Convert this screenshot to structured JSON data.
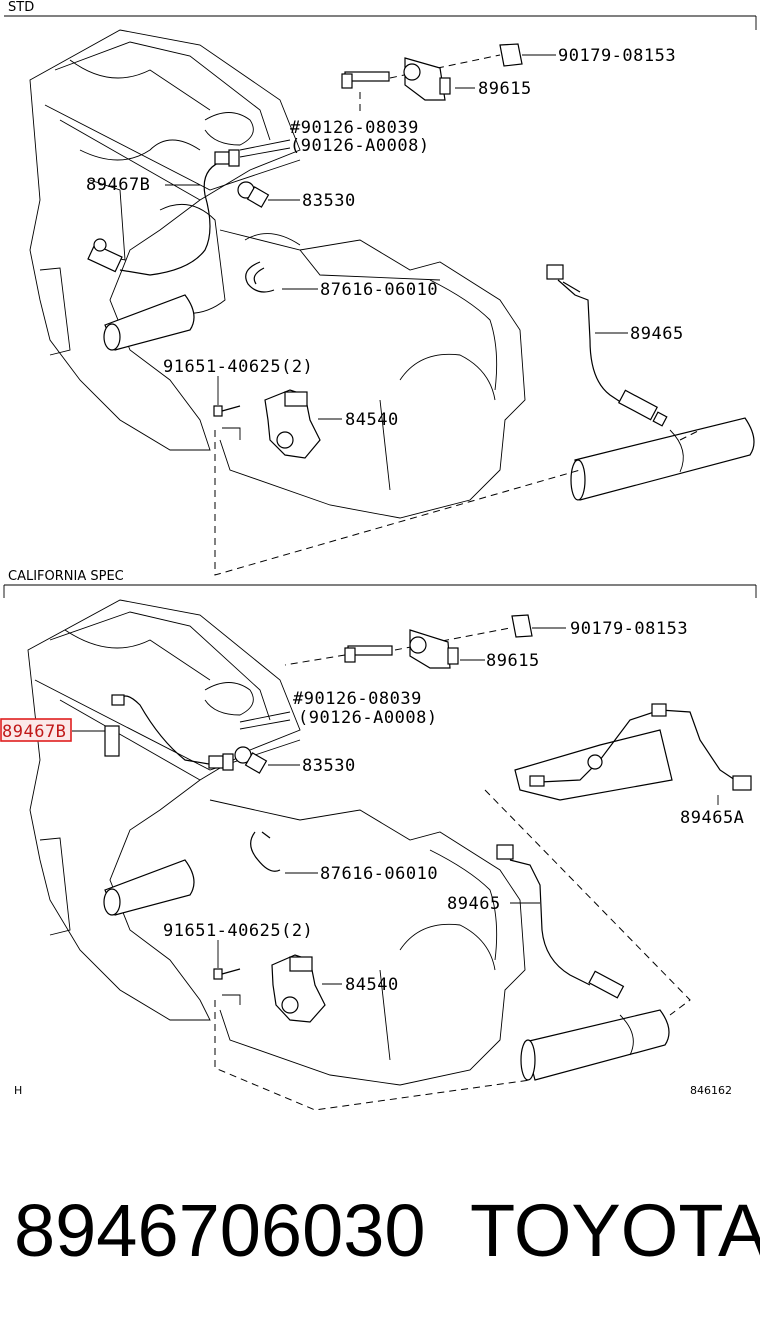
{
  "sections": [
    {
      "title": "STD",
      "callouts": {
        "p1": "90179-08153",
        "p2": "89615",
        "p3": "#90126-08039",
        "p4": "(90126-A0008)",
        "p5": "89467B",
        "p6": "83530",
        "p7": "87616-06010",
        "p8": "89465",
        "p9": "91651-40625(2)",
        "p10": "84540"
      }
    },
    {
      "title": "CALIFORNIA SPEC",
      "callouts": {
        "p1": "90179-08153",
        "p2": "89615",
        "p3": "#90126-08039",
        "p4": "(90126-A0008)",
        "p5": "89467B",
        "p6": "83530",
        "p7": "89465A",
        "p8": "87616-06010",
        "p9": "89465",
        "p10": "91651-40625(2)",
        "p11": "84540"
      },
      "corner_left": "H",
      "corner_right": "846162"
    }
  ],
  "highlight": {
    "label": "89467B",
    "color": "#e02020"
  },
  "footer": {
    "part_number": "8946706030",
    "brand": "TOYOTA"
  }
}
